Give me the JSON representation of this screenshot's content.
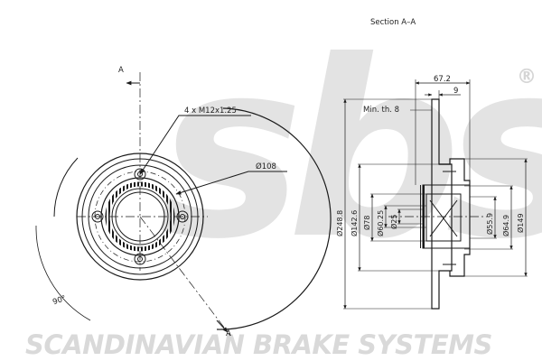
{
  "watermark": {
    "logo_text": "sbs",
    "registered": "®",
    "footer": "SCANDINAVIAN BRAKE SYSTEMS",
    "color": "#e3e3e3"
  },
  "section": {
    "title": "Section A–A",
    "marker": "A"
  },
  "front_view": {
    "thread": "4 x M12x1.25",
    "bolt_circle": "Ø108",
    "angle": "90°"
  },
  "side_view": {
    "min_thickness": "Min. th. 8",
    "width_total": "67.2",
    "width_disc": "9",
    "diameters": {
      "outer": "Ø248.8",
      "friction_inner": "Ø142.6",
      "d78": "Ø78",
      "d6025": "Ø60.25",
      "d25": "Ø25",
      "d559": "Ø55.9",
      "d649": "Ø64.9",
      "d149": "Ø149"
    }
  },
  "colors": {
    "line": "#1a1a1a",
    "watermark": "#e3e3e3"
  }
}
